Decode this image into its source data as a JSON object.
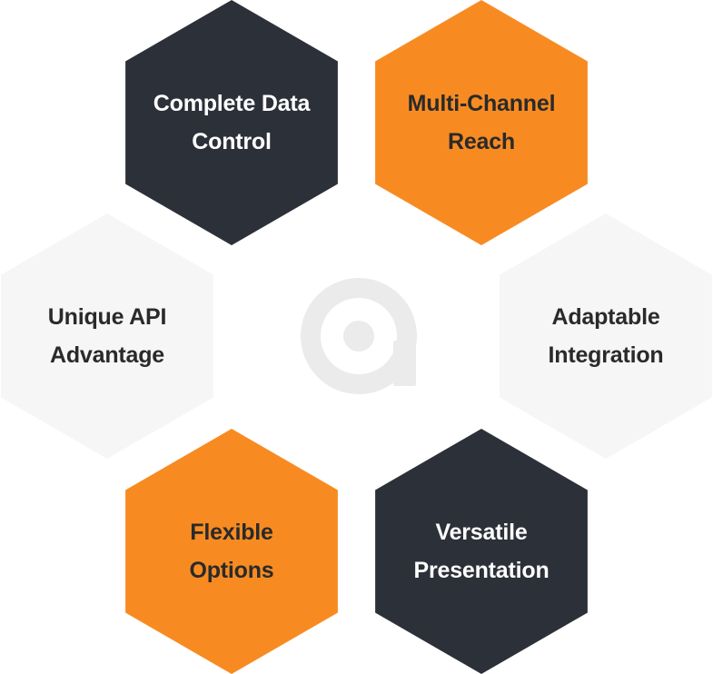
{
  "colors": {
    "dark": "#2c3038",
    "orange": "#f78b22",
    "light": "#f6f6f6",
    "logo": "#ebebeb",
    "text_on_dark": "#ffffff",
    "text_on_orange": "#2a2a2a",
    "text_on_light": "#2a2a2a"
  },
  "center_logo": {
    "icon": "ring-logo-icon"
  },
  "hexagons": [
    {
      "id": "complete-data-control",
      "lines": [
        "Complete Data",
        "Control"
      ],
      "style": "dark"
    },
    {
      "id": "multi-channel-reach",
      "lines": [
        "Multi-Channel",
        "Reach"
      ],
      "style": "orange"
    },
    {
      "id": "unique-api-advantage",
      "lines": [
        "Unique API",
        "Advantage"
      ],
      "style": "light"
    },
    {
      "id": "adaptable-integration",
      "lines": [
        "Adaptable",
        "Integration"
      ],
      "style": "light"
    },
    {
      "id": "flexible-options",
      "lines": [
        "Flexible",
        "Options"
      ],
      "style": "orange"
    },
    {
      "id": "versatile-presentation",
      "lines": [
        "Versatile",
        "Presentation"
      ],
      "style": "dark"
    }
  ]
}
